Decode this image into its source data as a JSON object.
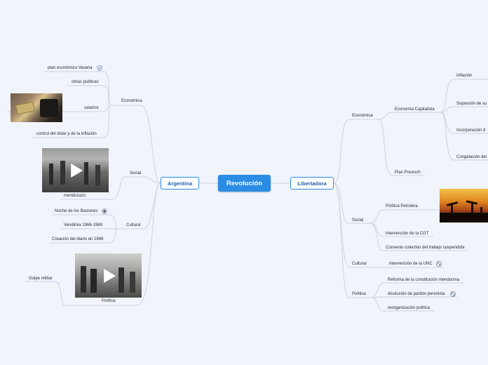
{
  "central": "Revolución",
  "left": {
    "title": "Argentina",
    "economica": {
      "label": "Económica",
      "items": [
        "plan económico Vasena",
        "obras publicas",
        "salarios",
        "control del dolar y de la inflación"
      ]
    },
    "social": {
      "label": "Social",
      "items": [
        "mendozazo"
      ]
    },
    "cultural": {
      "label": "Cultural",
      "items": [
        "Noche de los Bastones",
        "Vendimia 1966-1969",
        "Creación del diario en 1969"
      ]
    },
    "politica": {
      "label": "Política",
      "items": [
        "Golpe militar"
      ]
    }
  },
  "right": {
    "title": "Libertadora",
    "economica": {
      "label": "Económica",
      "capitalista": {
        "label": "Economía Capitalista",
        "items": [
          "Inflación",
          "Supresión de su",
          "Incorporación d",
          "Congelación del"
        ]
      },
      "previsch": "Plan Previsch"
    },
    "social": {
      "label": "Social",
      "items": [
        "Política Petrolera",
        "intervención de la CGT",
        "Convenio colectivo del trabajo suspendida"
      ]
    },
    "cultural": {
      "label": "Cultural",
      "items": [
        "intervención de la UNC"
      ]
    },
    "politica": {
      "label": "Política",
      "items": [
        "Reforma de la constitución mendocina",
        "disolución de partido peronista",
        "reorganización política"
      ]
    }
  },
  "icons": {
    "shield": "shield-icon",
    "globe": "globe-icon",
    "video": "play-icon"
  },
  "colors": {
    "accent": "#2a8ce3",
    "line": "#c9d3e3",
    "background": "#f1f4fb"
  }
}
